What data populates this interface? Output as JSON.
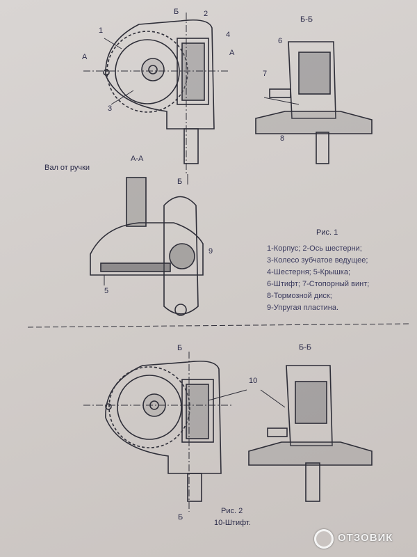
{
  "figure1": {
    "section_top_left_marker": "Б",
    "section_aa_marker_left": "А",
    "section_aa_marker_right": "А",
    "section_bb_title": "Б-Б",
    "section_aa_title": "А-А",
    "section_b_marker_lower": "Б",
    "callout_handle": "Вал от ручки",
    "parts": [
      "1",
      "2",
      "3",
      "4",
      "5",
      "6",
      "7",
      "8",
      "9"
    ],
    "caption": "Рис. 1",
    "legend": [
      "1-Корпус; 2-Ось шестерни;",
      "3-Колесо зубчатое ведущее;",
      "4-Шестерня; 5-Крышка;",
      "6-Штифт; 7-Стопорный винт;",
      "8-Тормозной диск;",
      "9-Упругая пластина."
    ]
  },
  "figure2": {
    "section_b_marker_top": "Б",
    "section_bb_title": "Б-Б",
    "part_10": "10",
    "section_b_marker_bottom": "Б",
    "caption": "Рис. 2",
    "legend": "10-Штифт."
  },
  "watermark": {
    "text": "ОТЗОВИК",
    "logo_icon": "otzovik-logo-icon"
  }
}
